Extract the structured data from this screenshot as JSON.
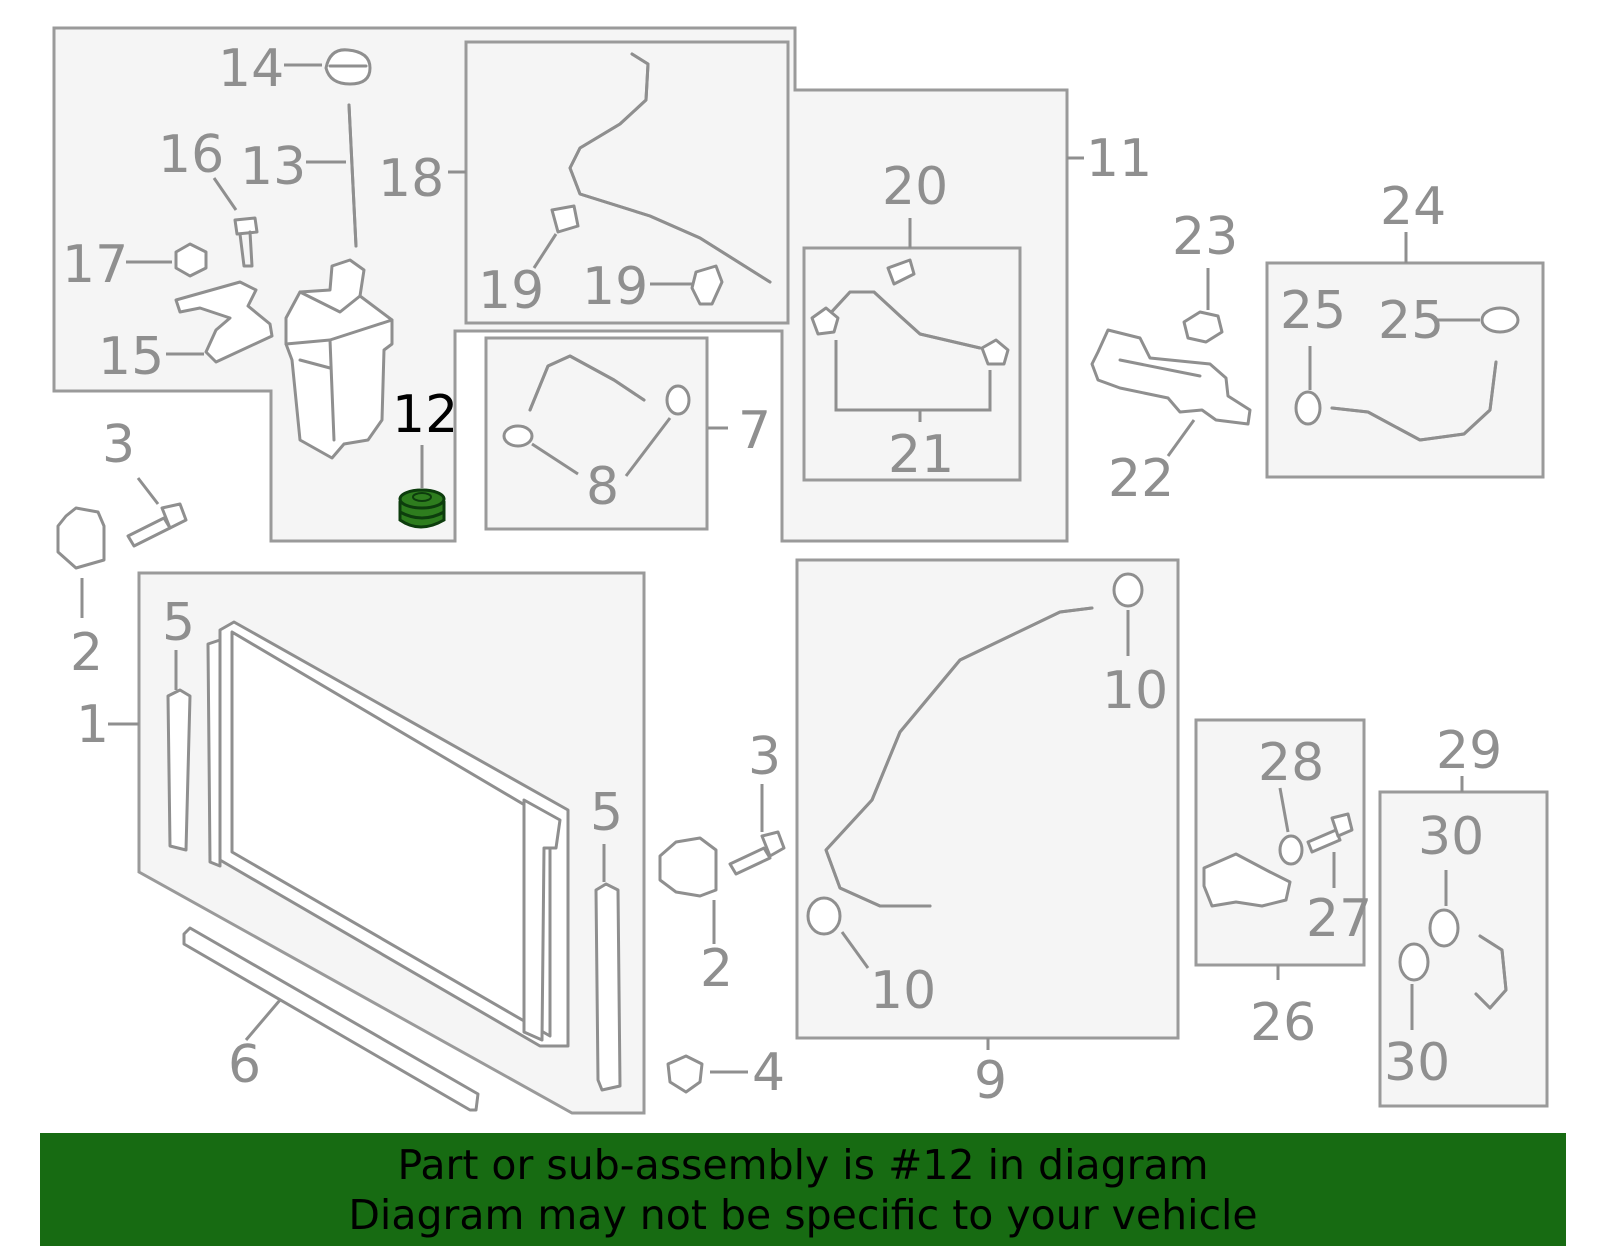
{
  "colors": {
    "highlight": "#2e7d1e",
    "banner_bg": "#176b12",
    "line": "#8f8f8f"
  },
  "highlight_part": "12",
  "callouts": [
    "1",
    "2",
    "2",
    "3",
    "3",
    "4",
    "5",
    "5",
    "6",
    "7",
    "8",
    "9",
    "10",
    "10",
    "11",
    "12",
    "13",
    "14",
    "15",
    "16",
    "17",
    "18",
    "19",
    "19",
    "20",
    "21",
    "22",
    "23",
    "24",
    "25",
    "25",
    "26",
    "27",
    "28",
    "29",
    "30",
    "30"
  ],
  "banner": {
    "line1": "Part or sub-assembly is #12 in diagram",
    "line2": "Diagram may not be specific to your vehicle"
  }
}
